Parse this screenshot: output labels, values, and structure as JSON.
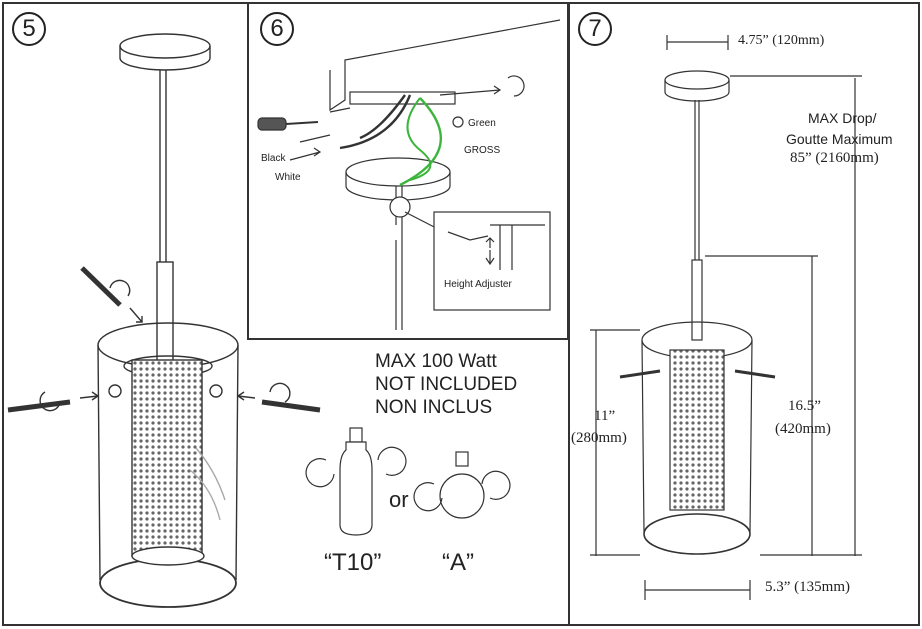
{
  "steps": {
    "five": "5",
    "six": "6",
    "seven": "7"
  },
  "wiring": {
    "black": "Black",
    "white": "White",
    "green": "Green",
    "gross": "GROSS",
    "height_adjuster": "Height Adjuster"
  },
  "bulb": {
    "line1": "MAX 100 Watt",
    "line2": "NOT INCLUDED",
    "line3": "NON INCLUS",
    "or": "or",
    "t10": "“T10”",
    "a": "“A”"
  },
  "dimensions": {
    "canopy": "4.75” (120mm)",
    "max_drop_1": "MAX Drop/",
    "max_drop_2": "Goutte Maximum",
    "max_drop_3": "85” (2160mm)",
    "shade_h_1": "11”",
    "shade_h_2": "(280mm)",
    "body_h_1": "16.5”",
    "body_h_2": "(420mm)",
    "width": "5.3” (135mm)"
  },
  "colors": {
    "green_wire": "#3db53d",
    "line": "#333333"
  }
}
